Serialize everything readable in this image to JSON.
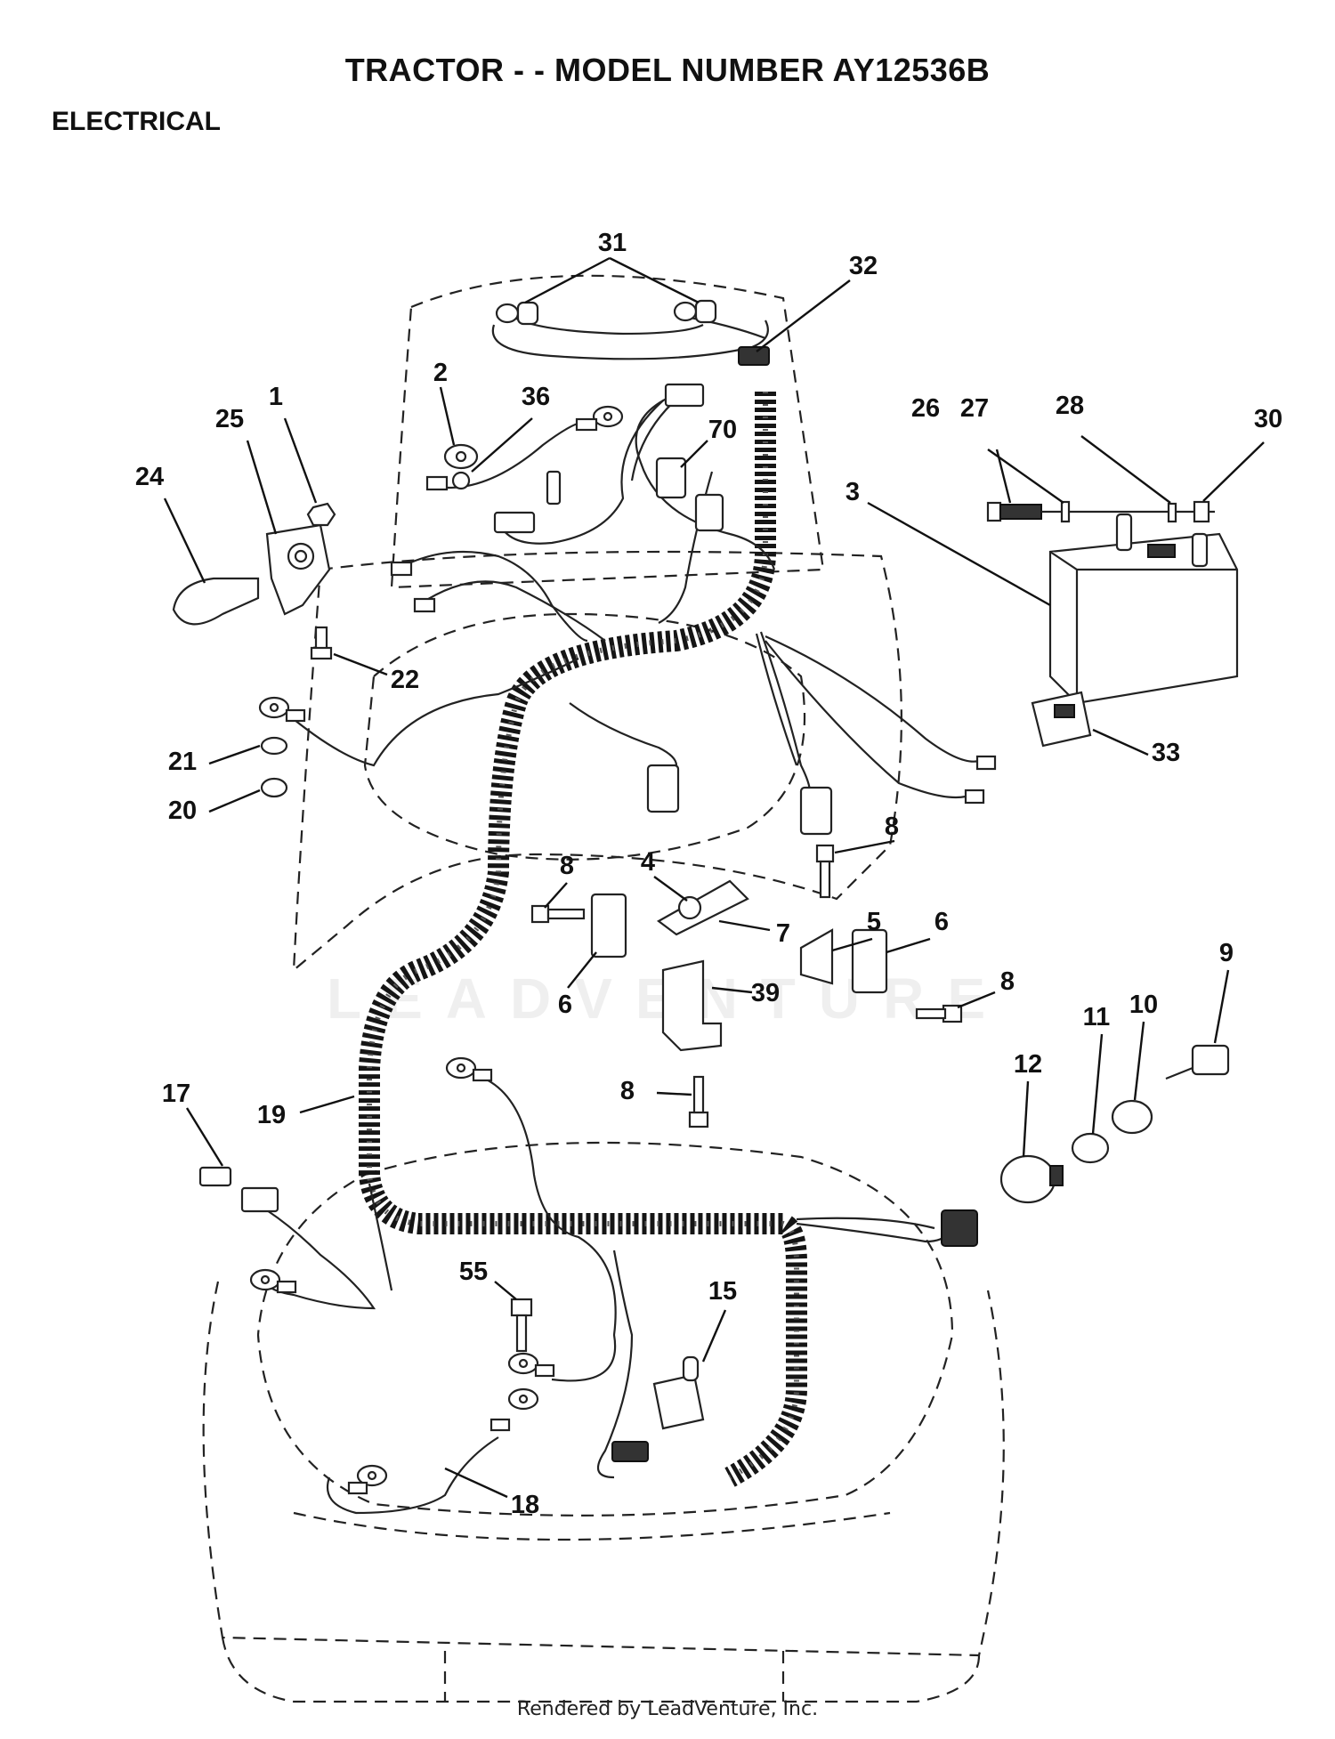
{
  "header": {
    "title": "TRACTOR - - MODEL NUMBER AY12536B",
    "section": "ELECTRICAL"
  },
  "footer": {
    "rendered_by": "Rendered by LeadVenture, Inc."
  },
  "watermark": {
    "text": "LEADVENTURE"
  },
  "callouts": [
    {
      "id": "c31",
      "number": "31"
    },
    {
      "id": "c32",
      "number": "32"
    },
    {
      "id": "c2",
      "number": "2"
    },
    {
      "id": "c36",
      "number": "36"
    },
    {
      "id": "c70",
      "number": "70"
    },
    {
      "id": "c1",
      "number": "1"
    },
    {
      "id": "c25",
      "number": "25"
    },
    {
      "id": "c24",
      "number": "24"
    },
    {
      "id": "c22",
      "number": "22"
    },
    {
      "id": "c21",
      "number": "21"
    },
    {
      "id": "c20",
      "number": "20"
    },
    {
      "id": "c26",
      "number": "26"
    },
    {
      "id": "c27",
      "number": "27"
    },
    {
      "id": "c28",
      "number": "28"
    },
    {
      "id": "c30",
      "number": "30"
    },
    {
      "id": "c3",
      "number": "3"
    },
    {
      "id": "c33",
      "number": "33"
    },
    {
      "id": "c8a",
      "number": "8"
    },
    {
      "id": "c8b",
      "number": "8"
    },
    {
      "id": "c4",
      "number": "4"
    },
    {
      "id": "c7",
      "number": "7"
    },
    {
      "id": "c5",
      "number": "5"
    },
    {
      "id": "c6a",
      "number": "6"
    },
    {
      "id": "c6b",
      "number": "6"
    },
    {
      "id": "c39",
      "number": "39"
    },
    {
      "id": "c8c",
      "number": "8"
    },
    {
      "id": "c8d",
      "number": "8"
    },
    {
      "id": "c9",
      "number": "9"
    },
    {
      "id": "c10",
      "number": "10"
    },
    {
      "id": "c11",
      "number": "11"
    },
    {
      "id": "c12",
      "number": "12"
    },
    {
      "id": "c17",
      "number": "17"
    },
    {
      "id": "c19",
      "number": "19"
    },
    {
      "id": "c55",
      "number": "55"
    },
    {
      "id": "c15",
      "number": "15"
    },
    {
      "id": "c18",
      "number": "18"
    }
  ]
}
